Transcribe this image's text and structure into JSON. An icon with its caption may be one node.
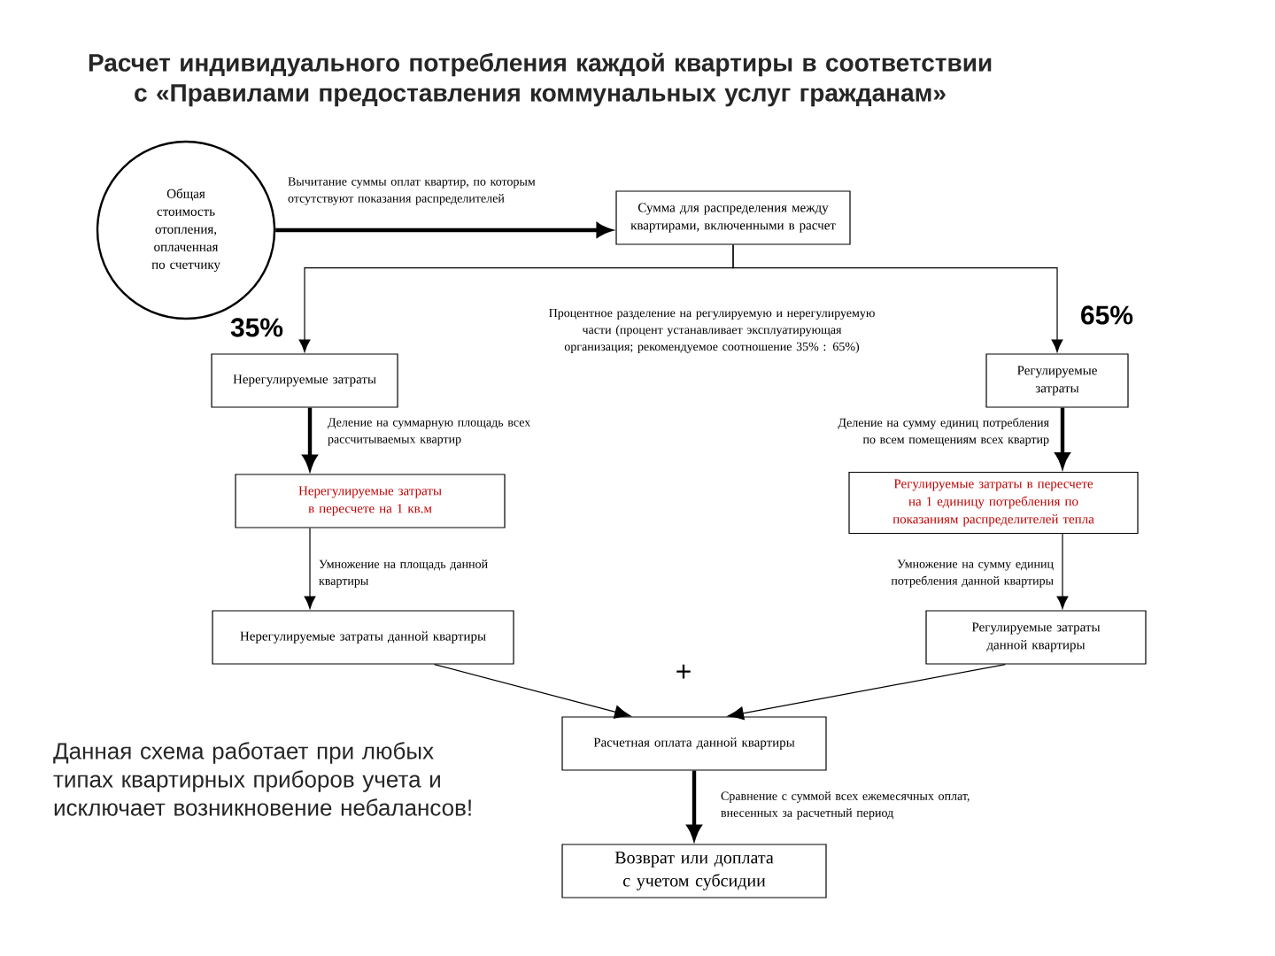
{
  "diagram": {
    "title": "Расчет индивидуального потребления каждой квартиры в соответствии с «Правилами предоставления коммунальных услуг гражданам»",
    "nodes": [
      {
        "text": [
          "Общая стоимость отопления, оплаченная по счетчику"
        ]
      },
      {
        "text": [
          "Сумма для распределения между квартирами, включенными в расчет"
        ]
      },
      {
        "text": [
          "Нерегулируемые затраты"
        ]
      },
      {
        "text": [
          "Регулируемые затраты"
        ]
      },
      {
        "text": [
          "Нерегулируемые затраты в пересчете на 1 кв.м"
        ]
      },
      {
        "text": [
          "Регулируемые затраты в пересчете на 1 единицу потребления по показаниям распределителей тепла"
        ]
      },
      {
        "text": [
          "Нерегулируемые затраты данной квартиры"
        ]
      },
      {
        "text": [
          "Регулируемые затраты данной квартиры"
        ]
      },
      {
        "text": [
          "Расчетная оплата данной квартиры"
        ]
      },
      {
        "text": [
          "Возврат или доплата с учетом субсидии"
        ]
      }
    ],
    "edges": [
      {
        "from": 0,
        "to": 1,
        "arrow": "to",
        "label": "Вычитание суммы оплат квартир, по которым отсутствуют показания распределителей",
        "style": "thick"
      },
      {
        "from": 1,
        "to": 2,
        "arrow": "to",
        "label": "35%"
      },
      {
        "from": 1,
        "to": 3,
        "arrow": "to",
        "label": "65%"
      },
      {
        "from": 2,
        "to": 4,
        "arrow": "to",
        "label": "Деление на суммарную площадь всех рассчитываемых квартир",
        "style": "thick"
      },
      {
        "from": 3,
        "to": 5,
        "arrow": "to",
        "label": "Деление на сумму единиц потребления по всем помещениям всех квартир",
        "style": "thick"
      },
      {
        "from": 4,
        "to": 6,
        "arrow": "to",
        "label": "Умножение на площадь данной квартиры"
      },
      {
        "from": 5,
        "to": 7,
        "arrow": "to",
        "label": "Умножение на сумму единиц потребления данной квартиры"
      },
      {
        "from": 6,
        "to": 8,
        "arrow": "to"
      },
      {
        "from": 7,
        "to": 8,
        "arrow": "to"
      },
      {
        "from": 8,
        "to": 9,
        "arrow": "to",
        "label": "Сравнение с суммой всех ежемесячных оплат, внесенных за расчетный период",
        "style": "thick"
      }
    ],
    "labels": [
      "Процентное разделение на регулируемую и нерегулируемую части (процент устанавливает эксплуатирующая организация; рекомендуемое соотношение 35% : 65%)",
      "+",
      "Данная схема работает при любых типах квартирных приборов учета и исключает возникновение небалансов!"
    ]
  }
}
